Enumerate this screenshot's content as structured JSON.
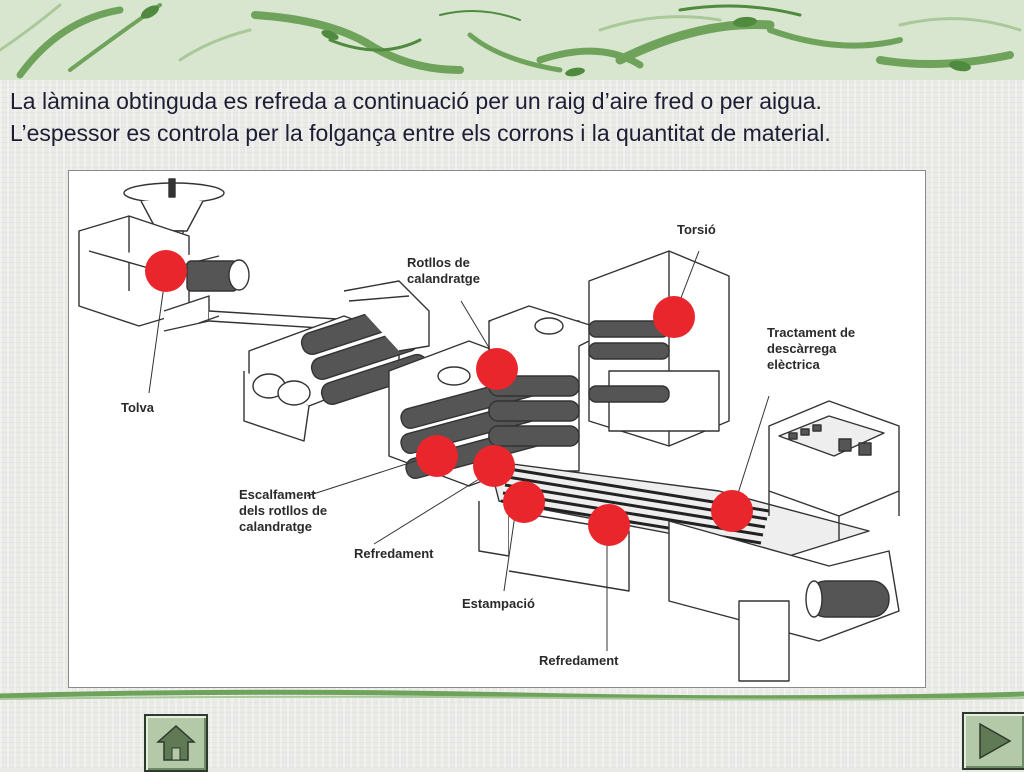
{
  "caption": {
    "line1": "La làmina obtinguda es refreda a continuació per un raig d’aire fred o per aigua.",
    "line2": "L’espessor es controla per la folgança entre els corrons i la quantitat de material."
  },
  "diagram": {
    "labels": {
      "tolva": "Tolva",
      "rotllos_line1": "Rotllos de",
      "rotllos_line2": "calandratge",
      "torsio": "Torsió",
      "tractament_line1": "Tractament de",
      "tractament_line2": "descàrrega",
      "tractament_line3": "elèctrica",
      "escalfament_line1": "Escalfament",
      "escalfament_line2": "dels rotllos de",
      "escalfament_line3": "calandratge",
      "refredament_1": "Refredament",
      "estampacio": "Estampació",
      "refredament_2": "Refredament"
    },
    "marker_color": "#e8262c"
  },
  "nav": {
    "home_icon": "home-icon",
    "next_icon": "play-arrow-icon"
  },
  "colors": {
    "accent_green": "#5f9a4f",
    "light_green": "#cfe0c4"
  }
}
